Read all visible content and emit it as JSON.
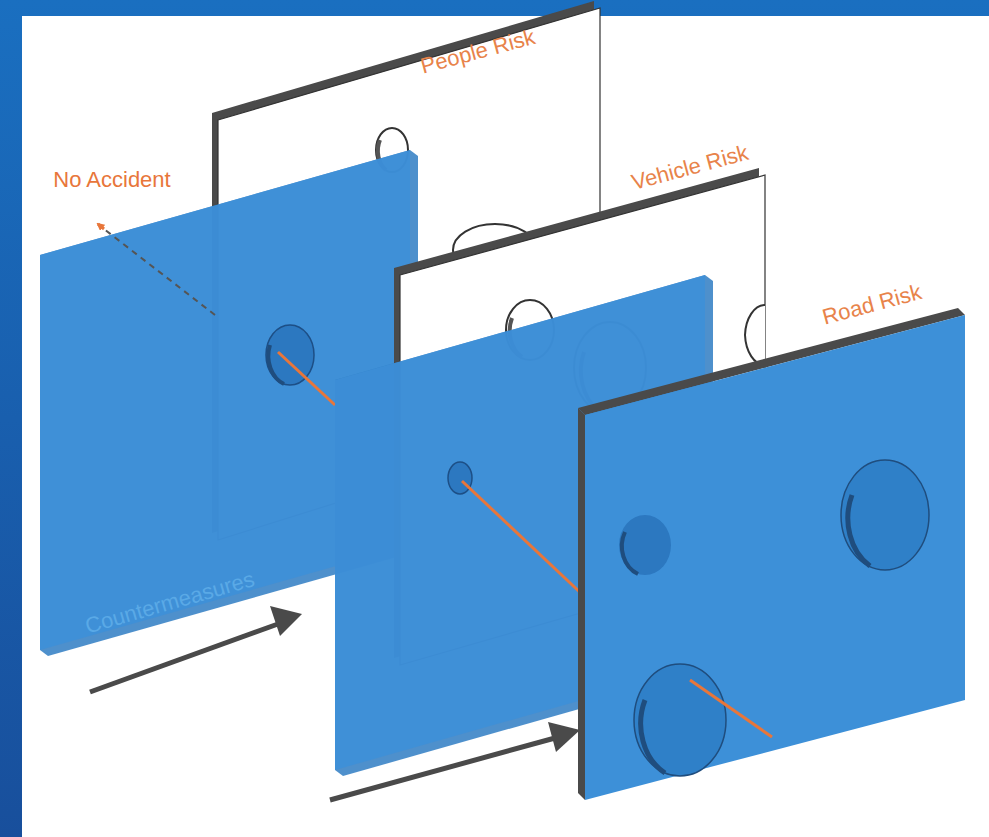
{
  "diagram": {
    "labels": [
      "People Risk",
      "Vehicle Risk",
      "Road Risk",
      "No Accident",
      "Countermeasures"
    ]
  }
}
